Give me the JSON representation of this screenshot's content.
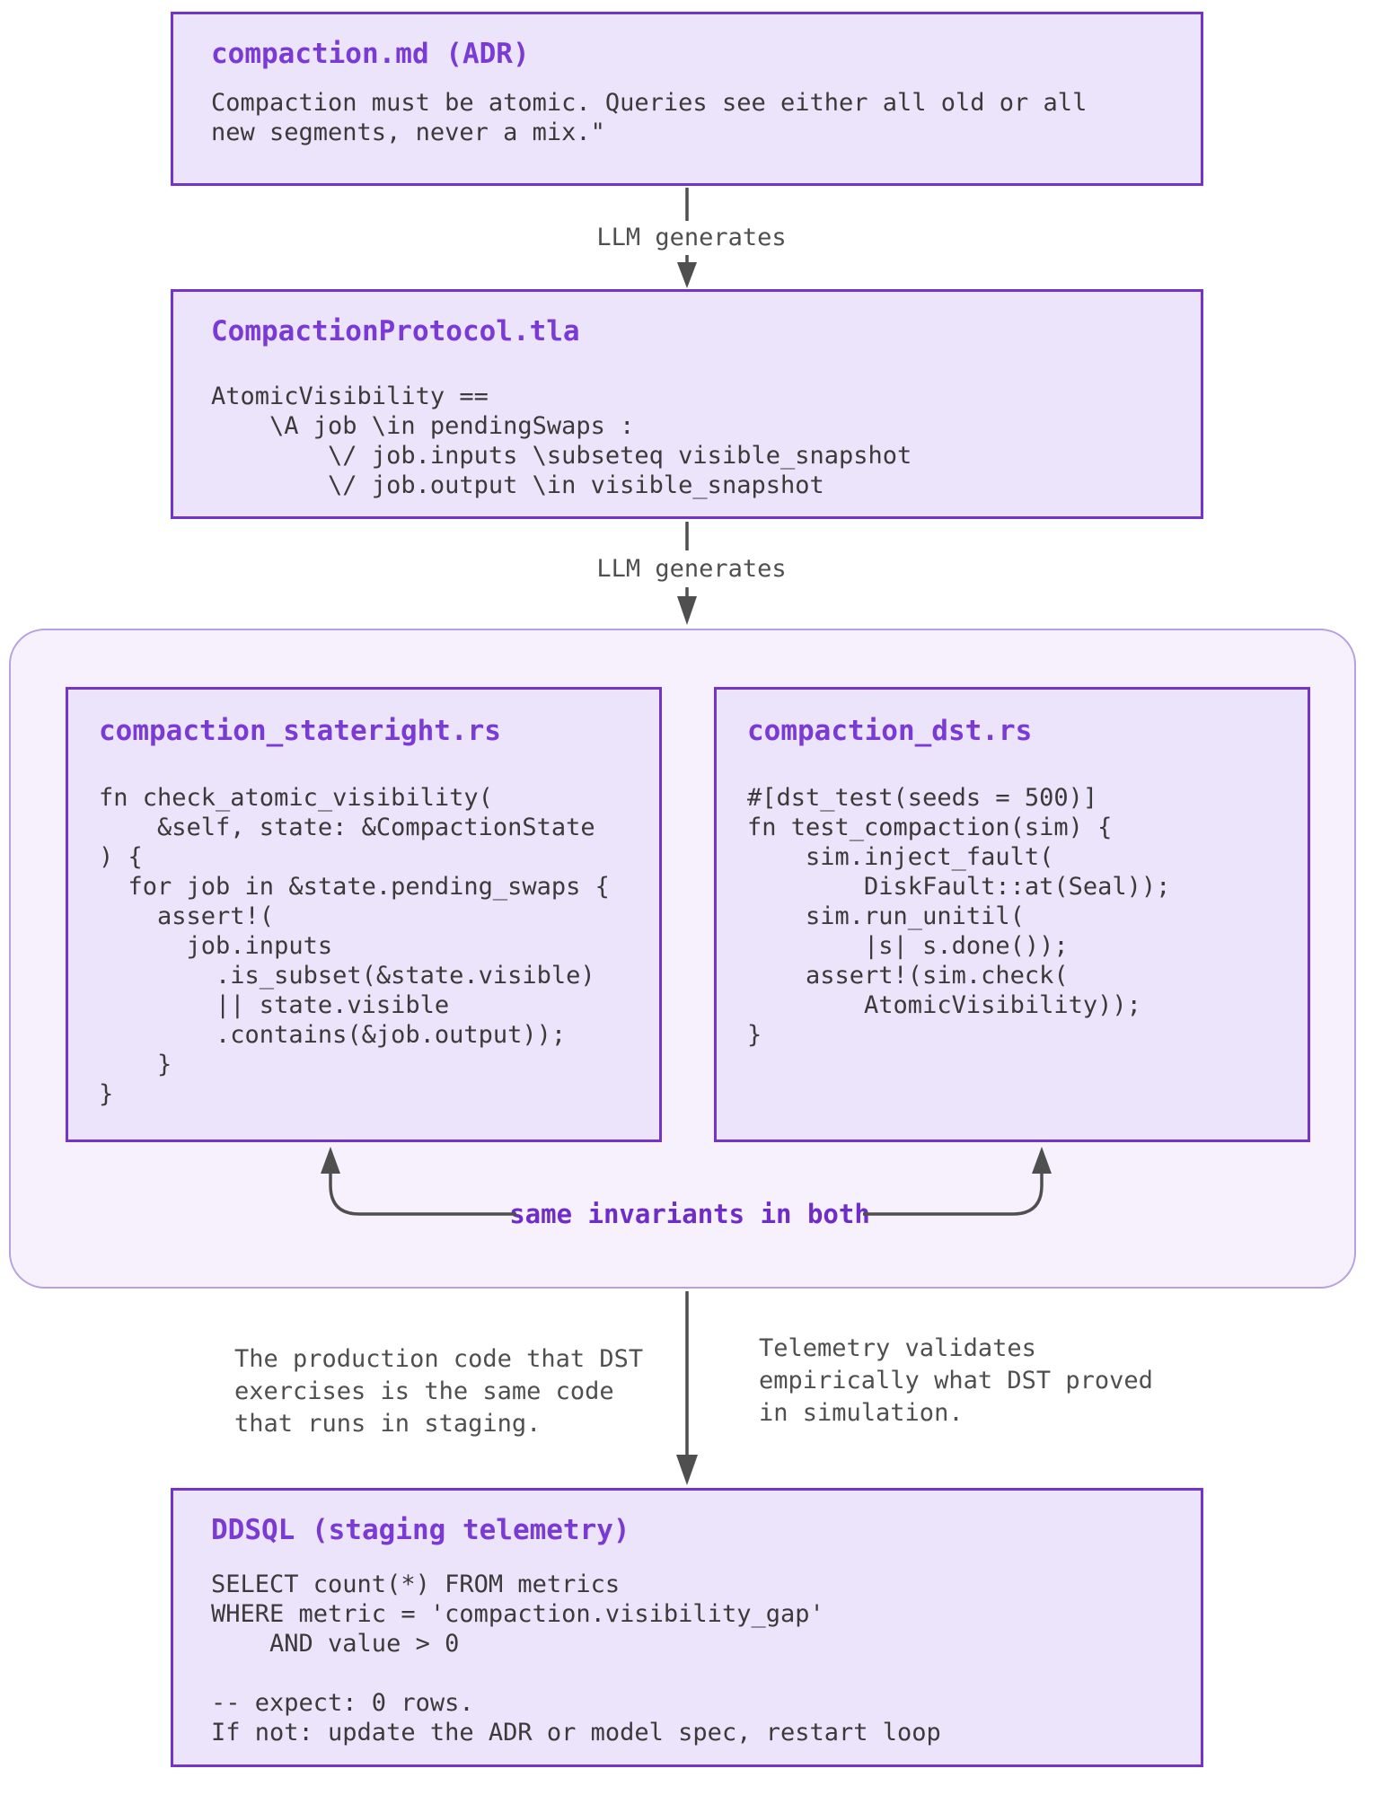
{
  "adr_box": {
    "title": "compaction.md (ADR)",
    "body_lines": [
      "Compaction must be atomic. Queries see either all old or all",
      "new segments, never a mix.\""
    ]
  },
  "flow": {
    "arrow1_label": "LLM generates",
    "arrow2_label": "LLM generates",
    "invariants_label": "same invariants in both"
  },
  "tla_box": {
    "title": "CompactionProtocol.tla",
    "code_lines": [
      "AtomicVisibility ==",
      "    \\A job \\in pendingSwaps :",
      "        \\/ job.inputs \\subseteq visible_snapshot",
      "        \\/ job.output \\in visible_snapshot"
    ]
  },
  "stateright_box": {
    "title": "compaction_stateright.rs",
    "code_lines": [
      "fn check_atomic_visibility(",
      "    &self, state: &CompactionState",
      ") {",
      "  for job in &state.pending_swaps {",
      "    assert!(",
      "      job.inputs",
      "        .is_subset(&state.visible)",
      "        || state.visible",
      "        .contains(&job.output));",
      "    }",
      "}"
    ]
  },
  "dst_box": {
    "title": "compaction_dst.rs",
    "code_lines": [
      "#[dst_test(seeds = 500)]",
      "fn test_compaction(sim) {",
      "    sim.inject_fault(",
      "        DiskFault::at(Seal));",
      "    sim.run_unitil(",
      "        |s| s.done());",
      "    assert!(sim.check(",
      "        AtomicVisibility));",
      "}"
    ]
  },
  "notes": {
    "left_lines": [
      "The production code that DST",
      "exercises is the same code",
      "that runs in staging."
    ],
    "right_lines": [
      "Telemetry validates",
      "empirically what DST proved",
      "in simulation."
    ]
  },
  "ddsql_box": {
    "title": "DDSQL (staging telemetry)",
    "code_lines": [
      "SELECT count(*) FROM metrics",
      "WHERE metric = 'compaction.visibility_gap'",
      "    AND value > 0",
      "",
      "-- expect: 0 rows.",
      "If not: update the ADR or model spec, restart loop"
    ]
  },
  "colors": {
    "box_border": "#7334c9",
    "box_fill": "#ece4fa",
    "container_fill": "#f6f1fc",
    "container_border": "#b7a1e1",
    "title_text": "#7a3ad6",
    "code_text": "#3a3a3a",
    "arrow": "#4f4f4f",
    "invariants_text": "#6f2dc8"
  }
}
